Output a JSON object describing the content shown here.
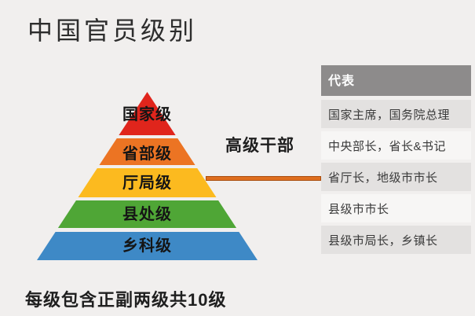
{
  "page": {
    "title": "中国官员级别",
    "footnote": "每级包含正副两级共10级",
    "background_color": "#f1efee"
  },
  "pyramid": {
    "levels": [
      {
        "label": "国家级",
        "color": "#e0251c"
      },
      {
        "label": "省部级",
        "color": "#ec7423"
      },
      {
        "label": "厅局级",
        "color": "#fcba1f"
      },
      {
        "label": "县处级",
        "color": "#4fa636"
      },
      {
        "label": "乡科级",
        "color": "#3e89c6"
      }
    ]
  },
  "annotation": {
    "label": "高级干部",
    "line_color": "#df6e1e"
  },
  "table": {
    "header": "代表",
    "header_color": "#8d8b8b",
    "row_color_odd": "#e3e1e0",
    "row_color_even": "#f7f6f5",
    "rows": [
      "国家主席，国务院总理",
      "中央部长，省长&书记",
      "省厅长，地级市市长",
      "县级市市长",
      "县级市局长，乡镇长"
    ]
  }
}
